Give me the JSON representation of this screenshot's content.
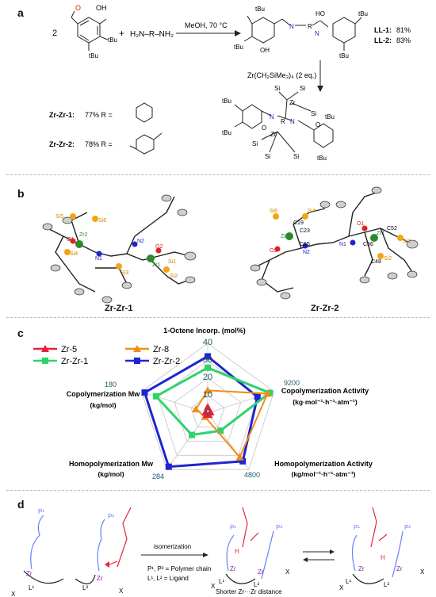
{
  "panels": {
    "a": {
      "label": "a",
      "coef": "2",
      "plus": "+",
      "diamine": "H₂N–R–NH₂",
      "condition": "MeOH, 70 °C",
      "yield_ll1_name": "LL-1:",
      "yield_ll1": "81%",
      "yield_ll2_name": "LL-2:",
      "yield_ll2": "83%",
      "zr_reagent": "Zr(CH₂SiMe₃)₄ (2 eq.)",
      "zrzr1_name": "Zr-Zr-1:",
      "zrzr1_text": "77% R =",
      "zrzr2_name": "Zr-Zr-2:",
      "zrzr2_text": "78% R =",
      "atom_labels": {
        "oh": "OH",
        "o": "O",
        "tbu": "tBu",
        "n": "N",
        "r": "R",
        "zr": "Zr",
        "si": "Si",
        "ho": "HO"
      }
    },
    "b": {
      "label": "b",
      "caption1": "Zr-Zr-1",
      "caption2": "Zr-Zr-2",
      "atoms1": [
        "Si5",
        "Si6",
        "Zr2",
        "O1",
        "Si4",
        "N1",
        "N2",
        "O2",
        "Zr1",
        "Si3",
        "Si1",
        "Si2"
      ],
      "atoms2": [
        "Si6",
        "Si4",
        "C19",
        "C23",
        "Zr2",
        "C15",
        "N2",
        "O2",
        "N1",
        "O1",
        "Zr1",
        "C52",
        "C56",
        "C48",
        "Si1",
        "Si2"
      ]
    },
    "c": {
      "label": "c",
      "axis_top": "1-Octene Incorp. (mol%)",
      "axis_right_1": "Copolymerization Activity",
      "axis_right_2": "(kg·mol⁻¹·h⁻¹·atm⁻¹)",
      "axis_lr_1": "Homopolymerization Activity",
      "axis_lr_2": "(kg/mol⁻¹·h⁻¹·atm⁻¹)",
      "axis_ll_1": "Homopolymerization Mw",
      "axis_ll_2": "(kg/mol)",
      "axis_left_1": "Copolymerization Mw",
      "axis_left_2": "(kg/mol)",
      "tick_top": [
        "40",
        "30",
        "20",
        "10",
        "0"
      ],
      "max_right": "9200",
      "max_lower_right": "4800",
      "max_lower_left": "284",
      "max_left": "180"
    },
    "d": {
      "label": "d",
      "arrow_label": "isomerization",
      "legend1": "P¹, P² = Polymer chain",
      "legend2": "L¹, L² = Ligand",
      "caption": "Shorter Zr···Zr distance",
      "labels": {
        "p1": "P¹",
        "p2": "P²",
        "l1": "L¹",
        "l2": "L²",
        "zr": "Zr",
        "x": "X",
        "h": "H"
      }
    }
  },
  "chart_data": {
    "type": "radar",
    "axes": [
      "1-Octene Incorp. (mol%)",
      "Copolymerization Activity",
      "Homopolymerization Activity",
      "Homopolymerization Mw",
      "Copolymerization Mw"
    ],
    "axis_max": [
      40,
      9200,
      4800,
      284,
      180
    ],
    "ticks": [
      0,
      10,
      20,
      30,
      40
    ],
    "series": [
      {
        "name": "Zr-5",
        "color": "#e8213a",
        "marker": "triangle",
        "values": [
          3.5,
          400,
          150,
          8,
          6
        ]
      },
      {
        "name": "Zr-8",
        "color": "#f08c1c",
        "marker": "triangle",
        "values": [
          13,
          8300,
          3750,
          19,
          32
        ]
      },
      {
        "name": "Zr-Zr-1",
        "color": "#2fd36a",
        "marker": "square",
        "values": [
          26,
          8600,
          1500,
          110,
          140
        ]
      },
      {
        "name": "Zr-Zr-2",
        "color": "#1f25cf",
        "marker": "square",
        "values": [
          32.5,
          6900,
          4100,
          270,
          171
        ]
      }
    ]
  }
}
